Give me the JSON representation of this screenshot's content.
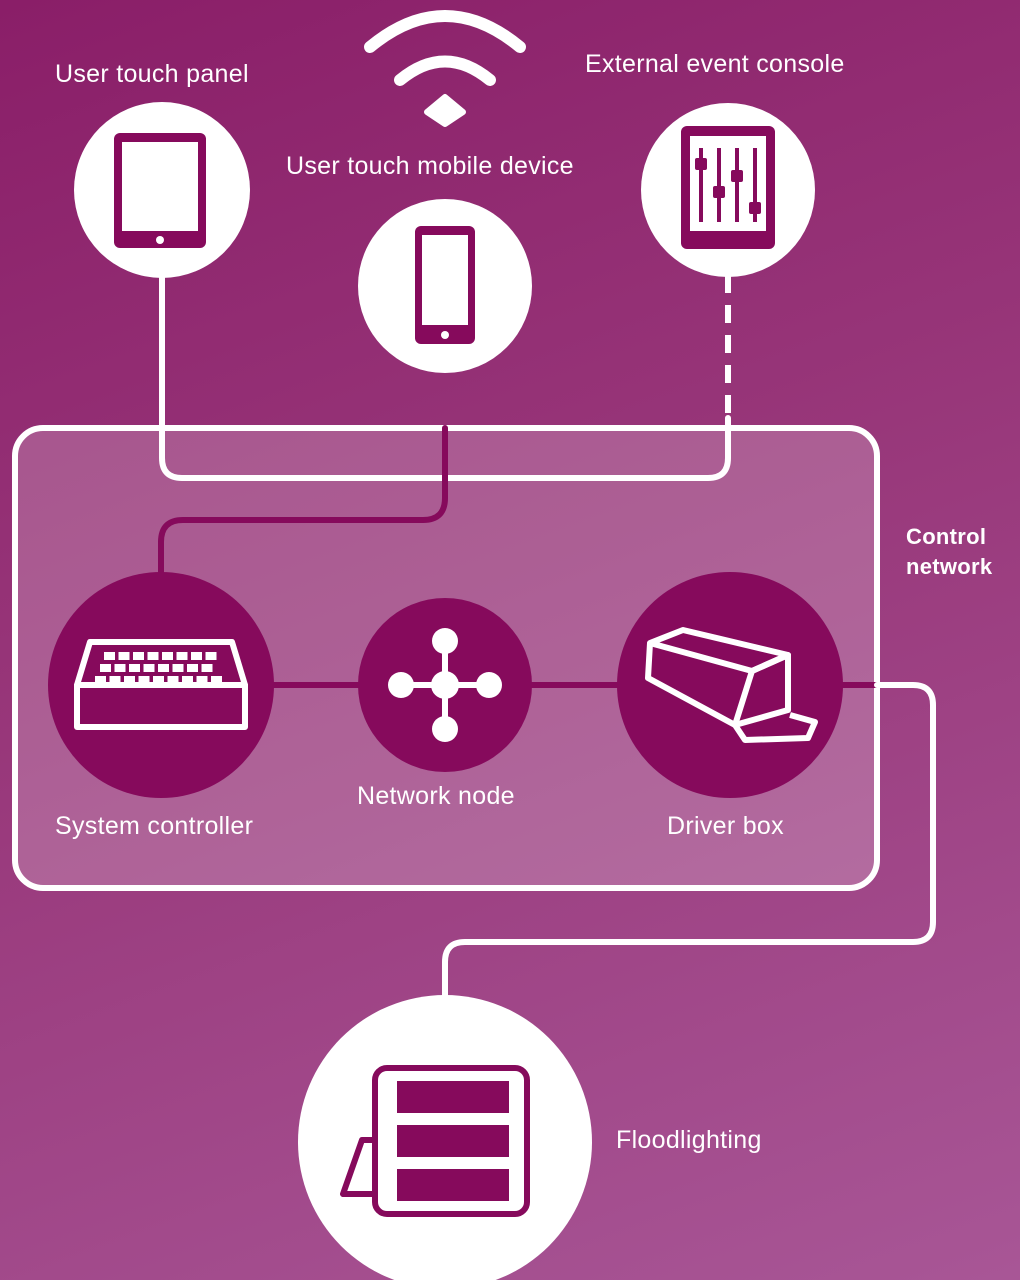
{
  "labels": {
    "user_touch_panel": "User touch panel",
    "user_touch_mobile_device": "User touch mobile device",
    "external_event_console": "External event console",
    "control_network": "Control network",
    "system_controller": "System controller",
    "network_node": "Network node",
    "driver_box": "Driver box",
    "floodlighting": "Floodlighting"
  },
  "colors": {
    "background": "#8a1e68",
    "accent": "#860a5c",
    "white": "#ffffff",
    "panel_fill": "#b76fa6"
  },
  "icons": [
    "wifi-icon",
    "tablet-icon",
    "smartphone-icon",
    "mixer-console-icon",
    "keyboard-controller-icon",
    "network-node-icon",
    "driver-box-icon",
    "floodlight-icon"
  ]
}
